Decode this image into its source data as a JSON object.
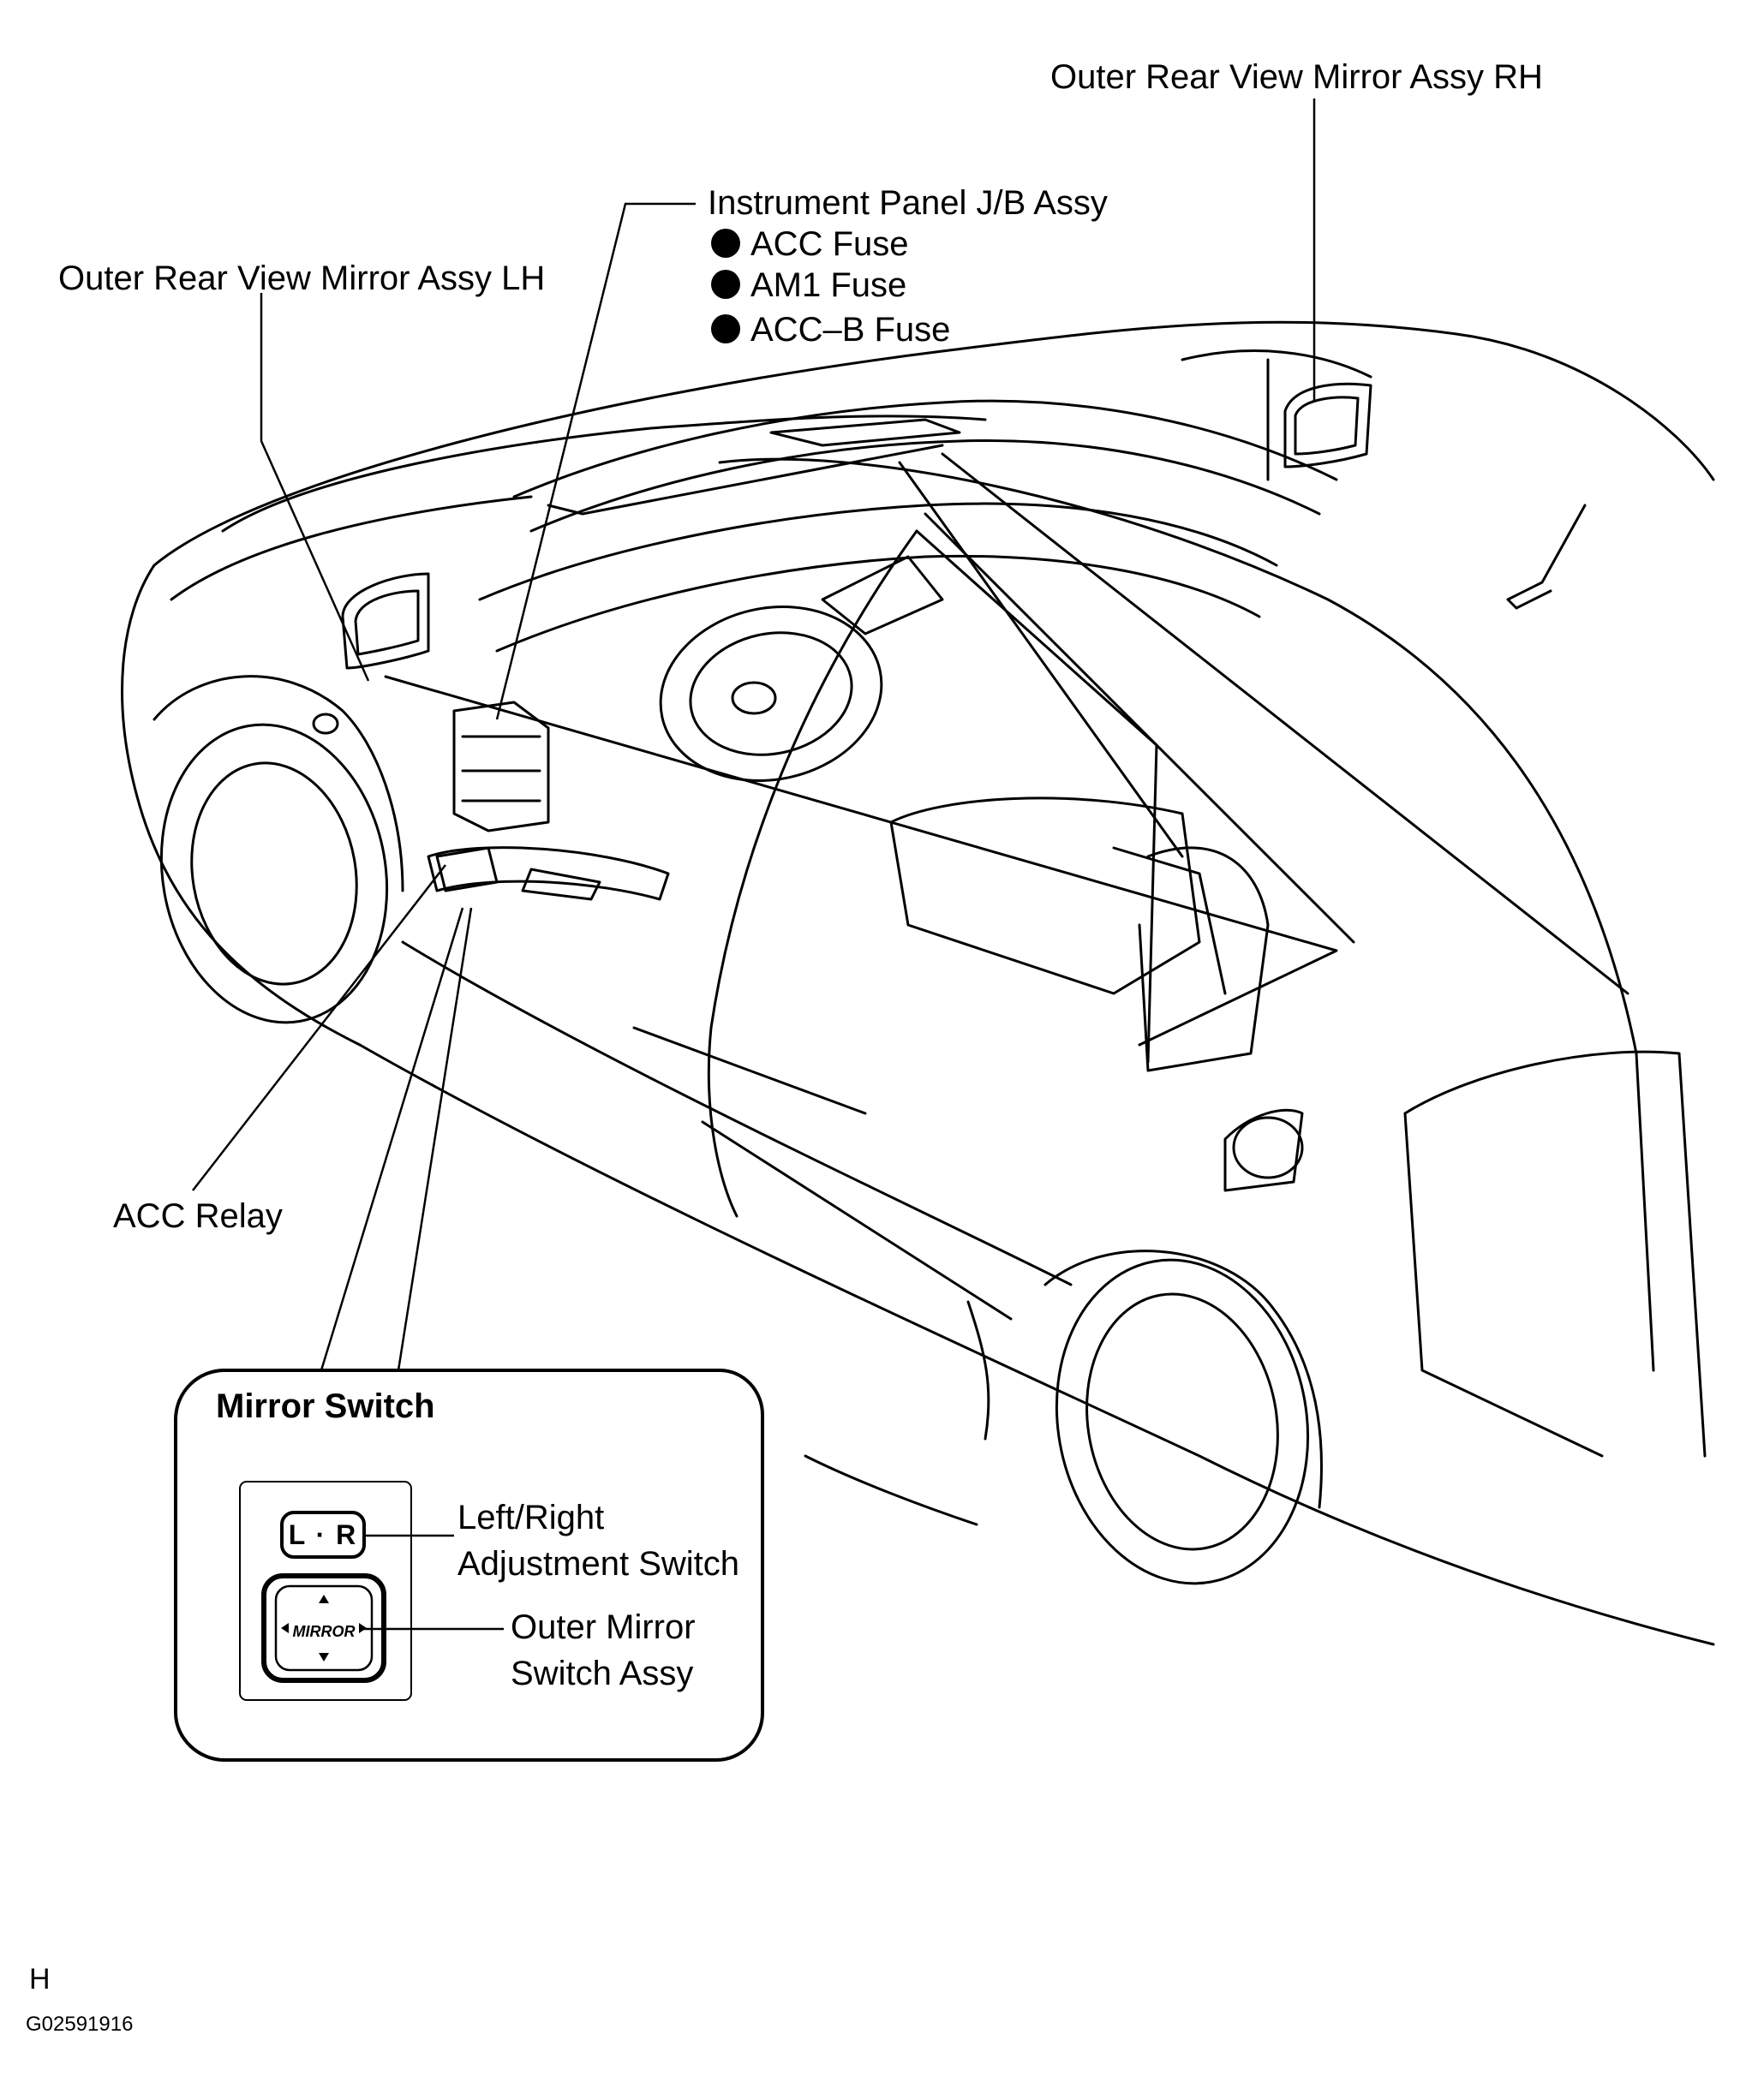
{
  "labels": {
    "mirror_rh": "Outer Rear View Mirror Assy RH",
    "jb_assy": "Instrument Panel J/B Assy",
    "fuses": [
      "ACC Fuse",
      "AM1 Fuse",
      "ACC–B Fuse"
    ],
    "mirror_lh": "Outer Rear View Mirror Assy LH",
    "acc_relay": "ACC Relay"
  },
  "inset": {
    "title": "Mirror Switch",
    "lr_button": "L · R",
    "lr_label_line1": "Left/Right",
    "lr_label_line2": "Adjustment Switch",
    "mirror_button": "MIRROR",
    "outer_label_line1": "Outer Mirror",
    "outer_label_line2": "Switch Assy"
  },
  "footer": {
    "letter": "H",
    "code": "G02591916"
  }
}
